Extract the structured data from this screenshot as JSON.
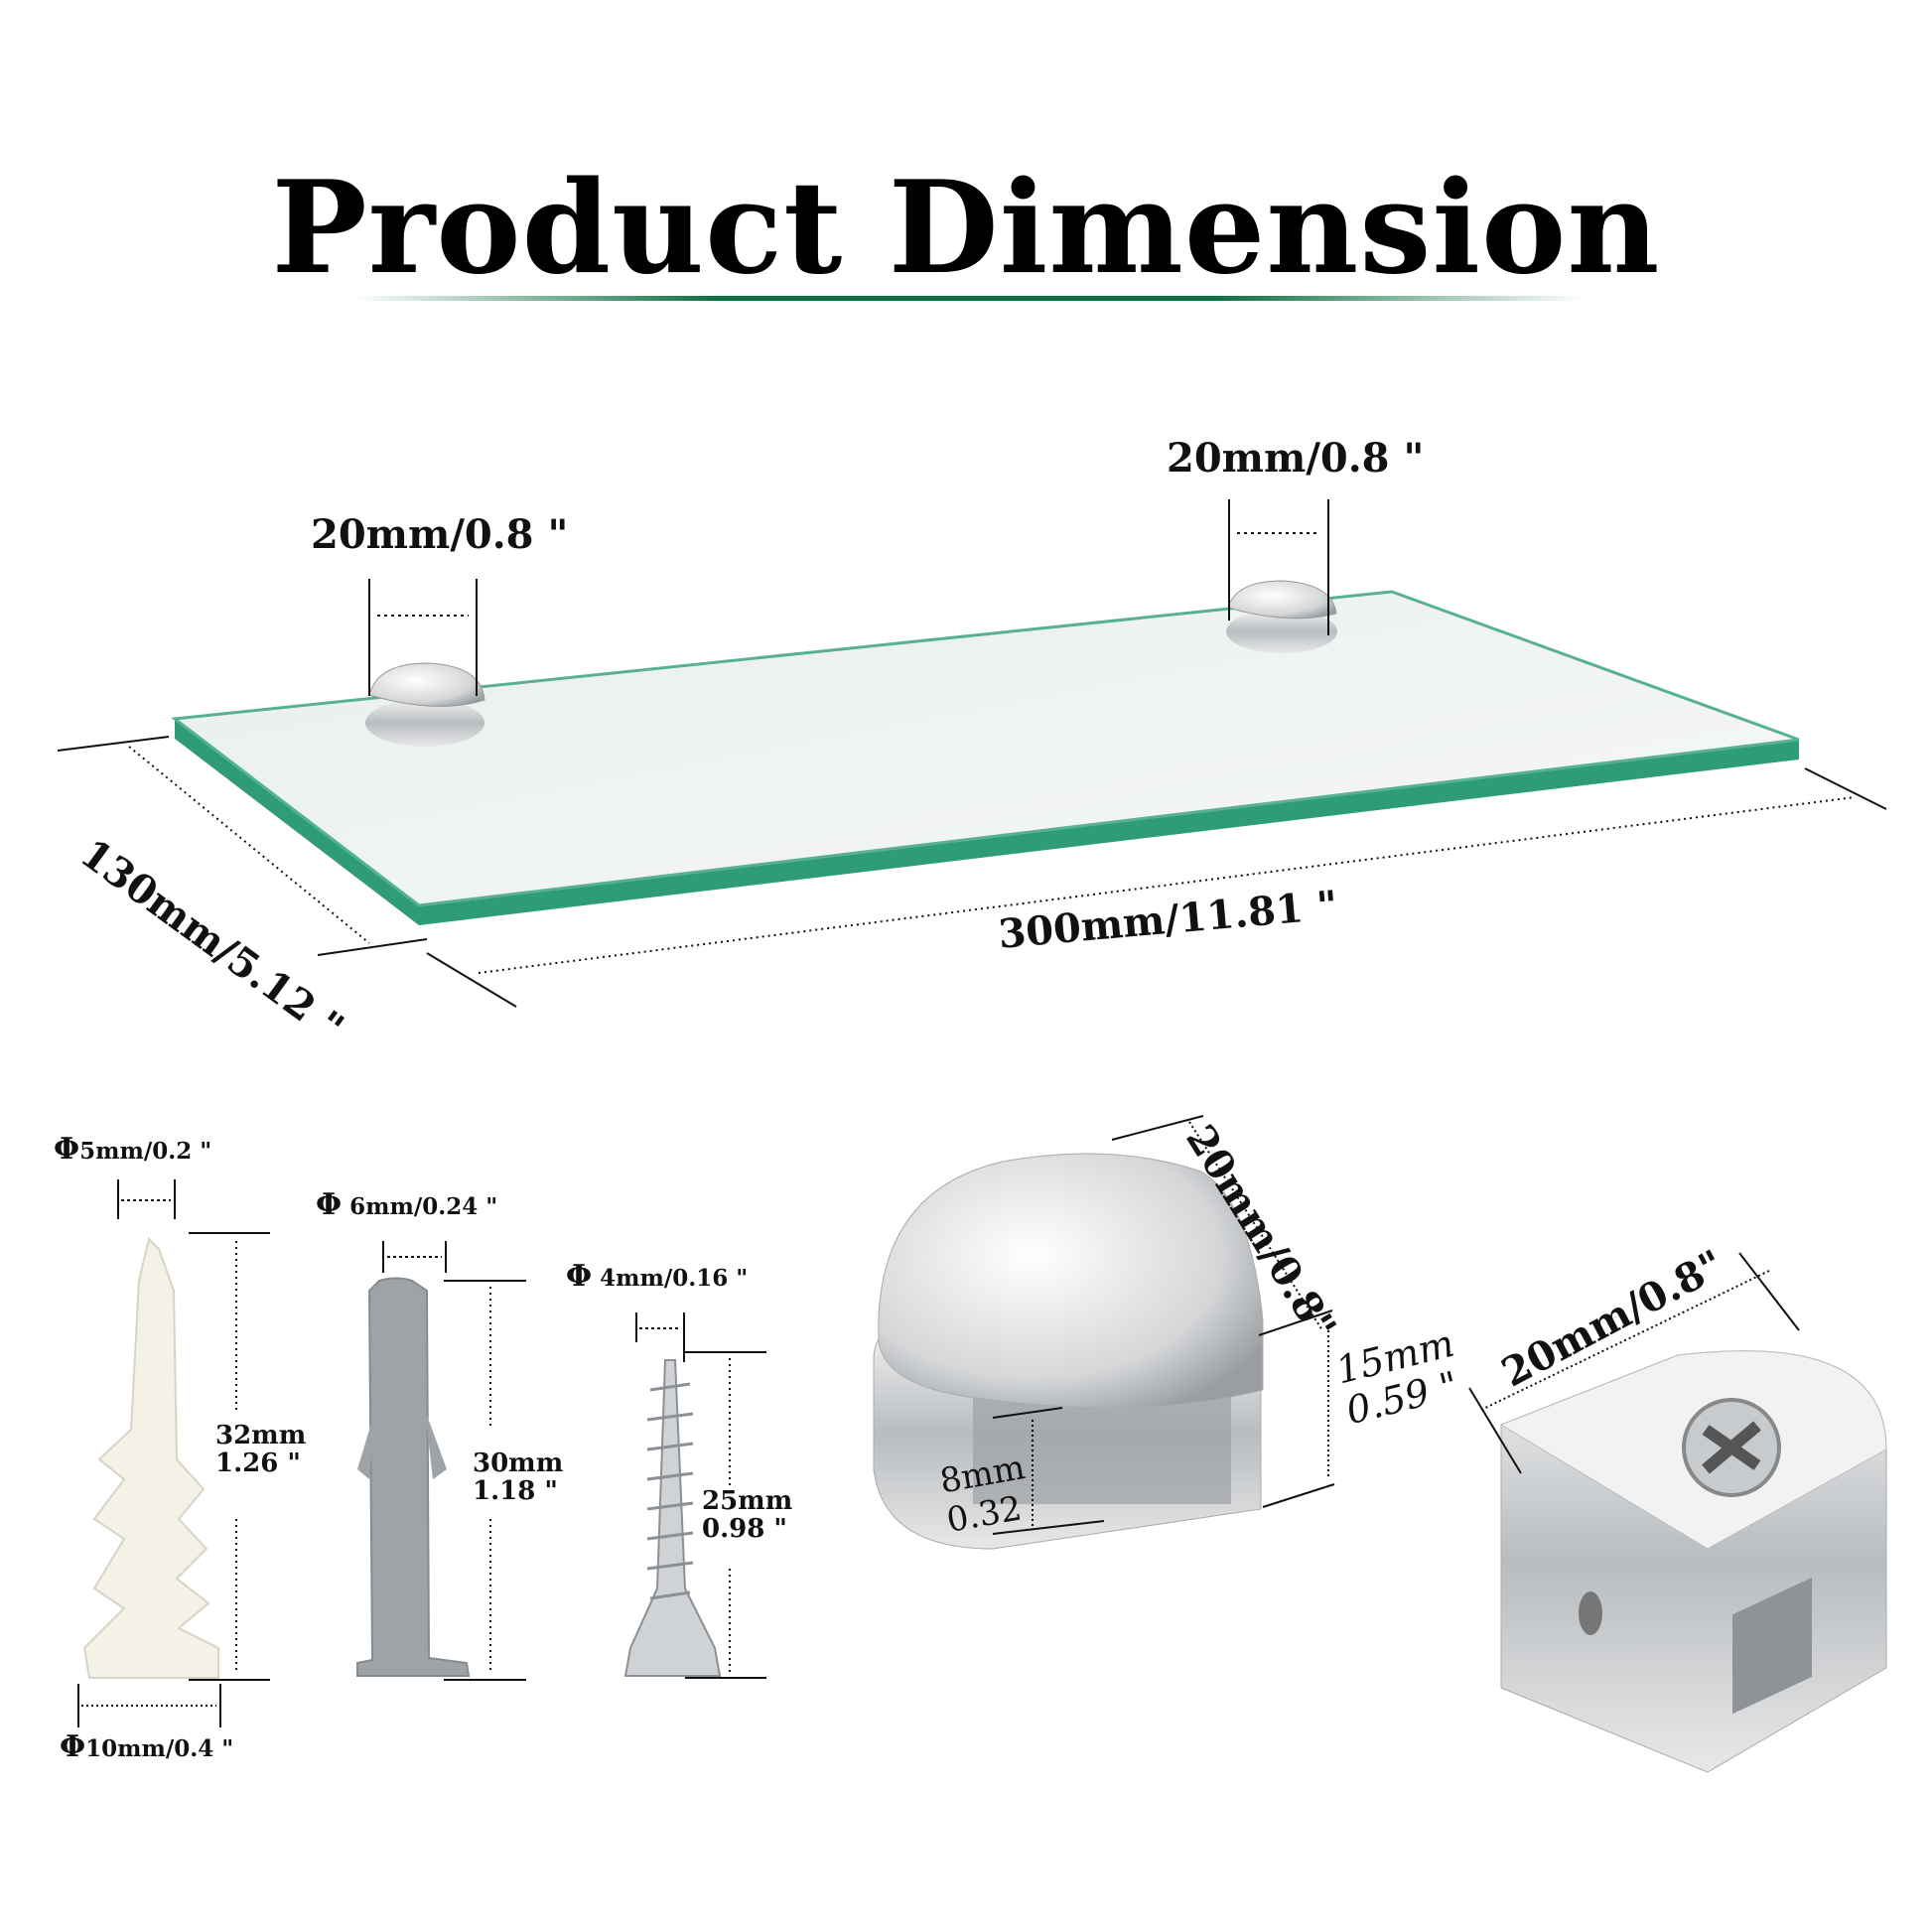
{
  "title": "Product Dimension",
  "colors": {
    "accent_green": "#0a7546",
    "glass_edge": "#2f9c78"
  },
  "shelf": {
    "clip_left_width": "20mm/0.8 \"",
    "clip_right_width": "20mm/0.8 \"",
    "depth": "130mm/5.12 \"",
    "length": "300mm/11.81 \""
  },
  "hardware": {
    "drywall_anchor": {
      "tip_diameter": "5mm/0.2 \"",
      "length_mm": "32mm",
      "length_in": "1.26 \"",
      "base_diameter": "10mm/0.4 \""
    },
    "plastic_anchor": {
      "diameter": "6mm/0.24 \"",
      "length_mm": "30mm",
      "length_in": "1.18 \""
    },
    "screw": {
      "diameter": "4mm/0.16 \"",
      "length_mm": "25mm",
      "length_in": "0.98 \""
    },
    "phi_symbol": "Φ"
  },
  "clip": {
    "depth": "20mm/0.8\"",
    "height_mm": "15mm",
    "height_in": "0.59 \"",
    "gap_mm": "8mm",
    "gap_in": "0.32",
    "width": "20mm/0.8\""
  }
}
